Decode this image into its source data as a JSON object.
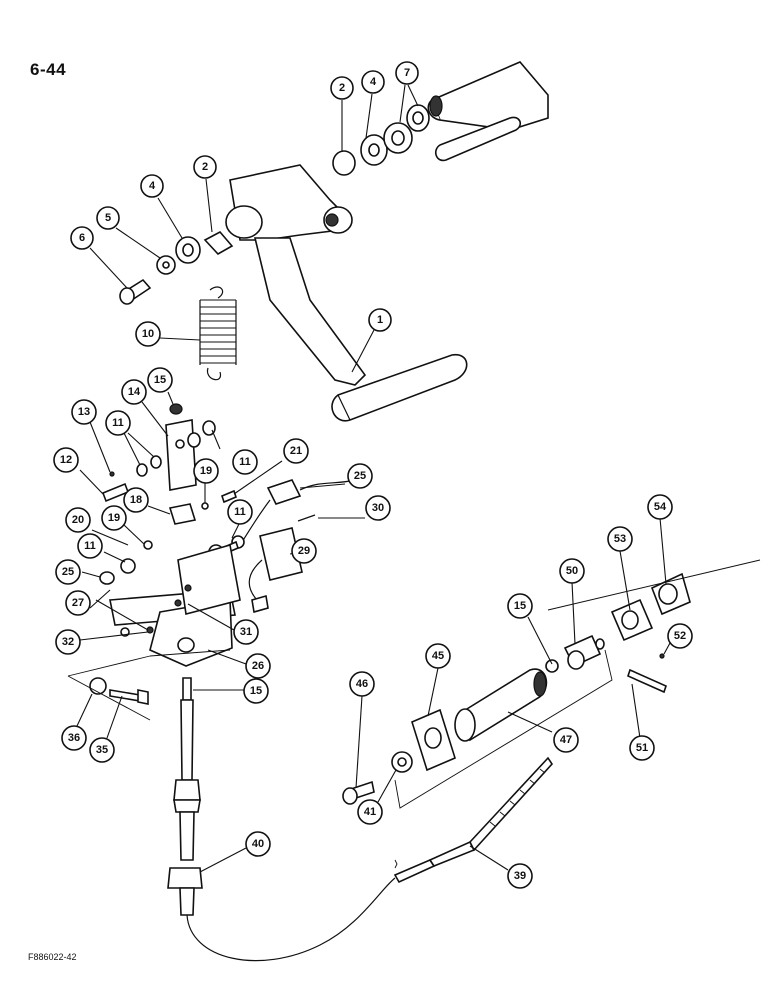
{
  "page": {
    "number": "6-44",
    "figure_code": "F886022-42"
  },
  "callouts": [
    "2",
    "4",
    "7",
    "2",
    "4",
    "5",
    "6",
    "10",
    "1",
    "15",
    "14",
    "13",
    "11",
    "11",
    "12",
    "21",
    "19",
    "25",
    "18",
    "30",
    "20",
    "19",
    "11",
    "11",
    "29",
    "25",
    "27",
    "32",
    "31",
    "26",
    "15",
    "36",
    "35",
    "40",
    "46",
    "45",
    "15",
    "50",
    "53",
    "54",
    "52",
    "47",
    "51",
    "41",
    "39"
  ]
}
